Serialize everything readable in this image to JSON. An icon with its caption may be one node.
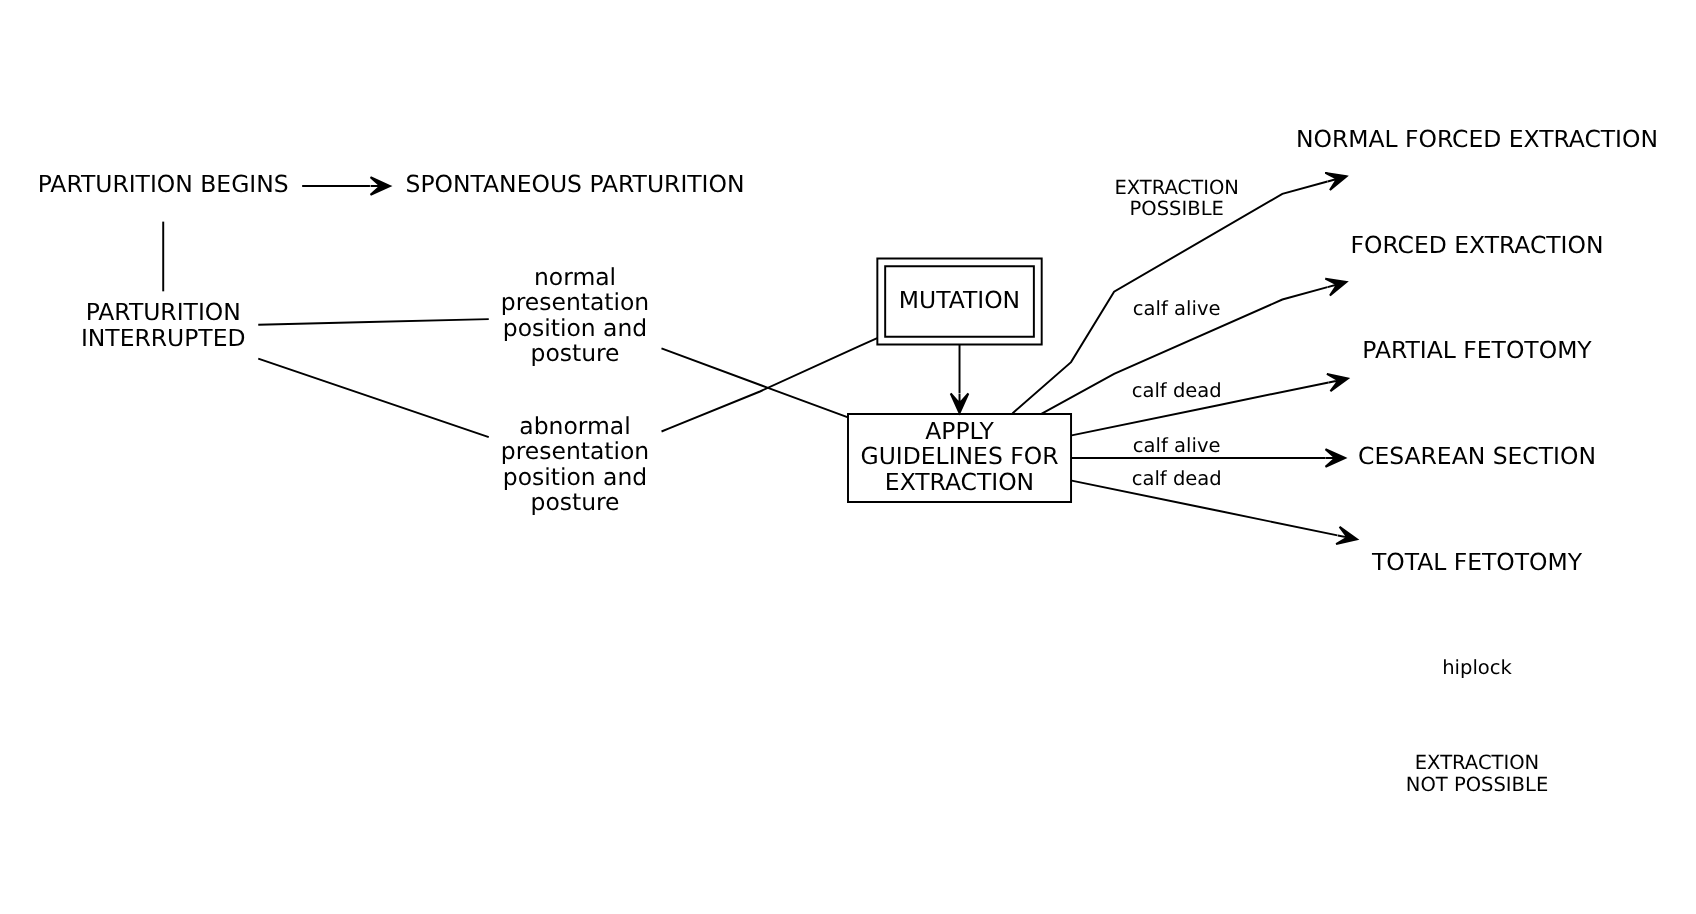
{
  "diagram": {
    "nodes": [
      {
        "text": [
          "PARTURITION BEGINS"
        ]
      },
      {
        "text": [
          "SPONTANEOUS PARTURITION"
        ]
      },
      {
        "text": [
          "PARTURITION INTERRUPTED"
        ]
      },
      {
        "text": [
          "normal presentation position and posture"
        ]
      },
      {
        "text": [
          "abnormal presentation position and posture"
        ]
      },
      {
        "text": [
          "APPLY GUIDELINES FOR EXTRACTION"
        ]
      },
      {
        "text": [
          "MUTATION"
        ]
      },
      {
        "text": [
          "NORMAL FORCED EXTRACTION"
        ]
      },
      {
        "text": [
          "FORCED EXTRACTION"
        ]
      },
      {
        "text": [
          "PARTIAL FETOTOMY"
        ]
      },
      {
        "text": [
          "CESAREAN SECTION"
        ]
      },
      {
        "text": [
          "TOTAL FETOTOMY"
        ]
      }
    ],
    "edges": [
      {
        "from": 0,
        "to": 1,
        "arrow": "to"
      },
      {
        "from": 0,
        "to": 2,
        "arrow": "none"
      },
      {
        "from": 2,
        "to": 3,
        "arrow": "none"
      },
      {
        "from": 2,
        "to": 4,
        "arrow": "none"
      },
      {
        "from": 3,
        "to": 5,
        "arrow": "none"
      },
      {
        "from": 4,
        "to": 6,
        "arrow": "none"
      },
      {
        "from": 6,
        "to": 5,
        "arrow": "to"
      },
      {
        "from": 5,
        "to": 7,
        "arrow": "to",
        "label": "EXTRACTION POSSIBLE"
      },
      {
        "from": 5,
        "to": 8,
        "arrow": "to",
        "label": "calf alive"
      },
      {
        "from": 5,
        "to": 9,
        "arrow": "to",
        "label": "calf dead"
      },
      {
        "from": 5,
        "to": 10,
        "arrow": "to",
        "label": "calf alive"
      },
      {
        "from": 5,
        "to": 11,
        "arrow": "to",
        "label": "calf dead"
      }
    ],
    "labels": [
      "hiplock",
      "EXTRACTION NOT POSSIBLE"
    ]
  }
}
